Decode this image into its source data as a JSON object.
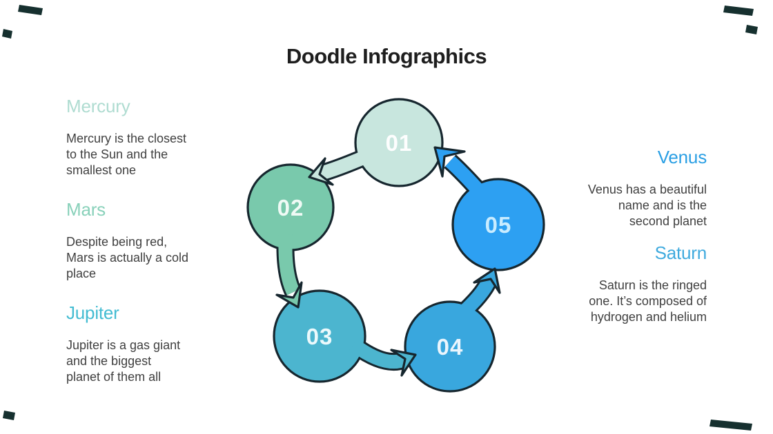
{
  "title": "Doodle Infographics",
  "colors": {
    "background": "#ffffff",
    "title_text": "#1e1e1e",
    "body_text": "#3f3f3f",
    "outline": "#16262e",
    "corner_marks": "#16302f"
  },
  "left_column": [
    {
      "heading": "Mercury",
      "heading_color": "#afdcd1",
      "body": "Mercury is the closest\nto the Sun and the\nsmallest one"
    },
    {
      "heading": "Mars",
      "heading_color": "#89d1ba",
      "body": "Despite being red,\nMars is actually a cold\nplace"
    },
    {
      "heading": "Jupiter",
      "heading_color": "#43bcd2",
      "body": "Jupiter is a gas giant\nand the biggest\nplanet of them all"
    }
  ],
  "right_column": [
    {
      "heading": "Venus",
      "heading_color": "#2a9fe4",
      "body": "Venus has a beautiful\nname and is the\nsecond planet"
    },
    {
      "heading": "Saturn",
      "heading_color": "#3faade",
      "body": "Saturn is the ringed\none. It’s composed of\nhydrogen and helium"
    }
  ],
  "diagram": {
    "type": "cycle",
    "steps": [
      {
        "number": "01",
        "color": "#c8e6de",
        "number_color": "#fdfefe"
      },
      {
        "number": "02",
        "color": "#79c9ac",
        "number_color": "#effaf5"
      },
      {
        "number": "03",
        "color": "#4cb5cf",
        "number_color": "#ebf9fc"
      },
      {
        "number": "04",
        "color": "#39a7de",
        "number_color": "#eaf5fd"
      },
      {
        "number": "05",
        "color": "#2da0f2",
        "number_color": "#c9ecff"
      }
    ],
    "flow": [
      {
        "from": "01",
        "to": "02"
      },
      {
        "from": "02",
        "to": "03"
      },
      {
        "from": "03",
        "to": "04"
      },
      {
        "from": "04",
        "to": "05"
      },
      {
        "from": "05",
        "to": "01"
      }
    ]
  }
}
